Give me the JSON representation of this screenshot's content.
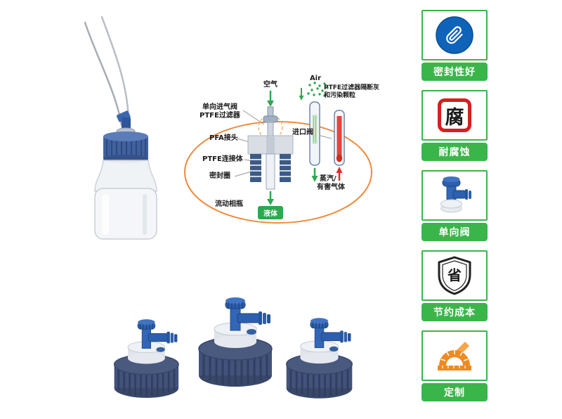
{
  "colors": {
    "badge_green": "#3ab54a",
    "corrosion_red": "#d42020",
    "paperclip_blue": "#0f63b8",
    "flow_green": "#2fa84f",
    "vapor_red": "#d8312a",
    "orbit_orange": "#f08a3c",
    "cap_navy": "#42527a",
    "valve_blue": "#2d5fae"
  },
  "badges": [
    {
      "id": "seal",
      "label": "密封性好"
    },
    {
      "id": "corrosion",
      "label": "耐腐蚀",
      "char": "腐"
    },
    {
      "id": "check",
      "label": "单向阀"
    },
    {
      "id": "cost",
      "label": "节约成本",
      "char": "省"
    },
    {
      "id": "custom",
      "label": "定制"
    }
  ],
  "diagram": {
    "labels": {
      "air_cn": "空气",
      "air_en": "Air",
      "check_valve": "单向进气阀",
      "ptfe_filter": "PTFE过滤器",
      "filter_block_line1": "PTFE过滤器隔断灰",
      "filter_block_line2": "和污染颗粒",
      "pfa_fitting": "PFA接头",
      "inlet_valve": "进口阀",
      "ptfe_body": "PTFE连接体",
      "seal_ring": "密封圈",
      "bottle": "流动相瓶",
      "liquid": "液体",
      "vapor_line1": "蒸汽/",
      "vapor_line2": "有害气体"
    }
  }
}
